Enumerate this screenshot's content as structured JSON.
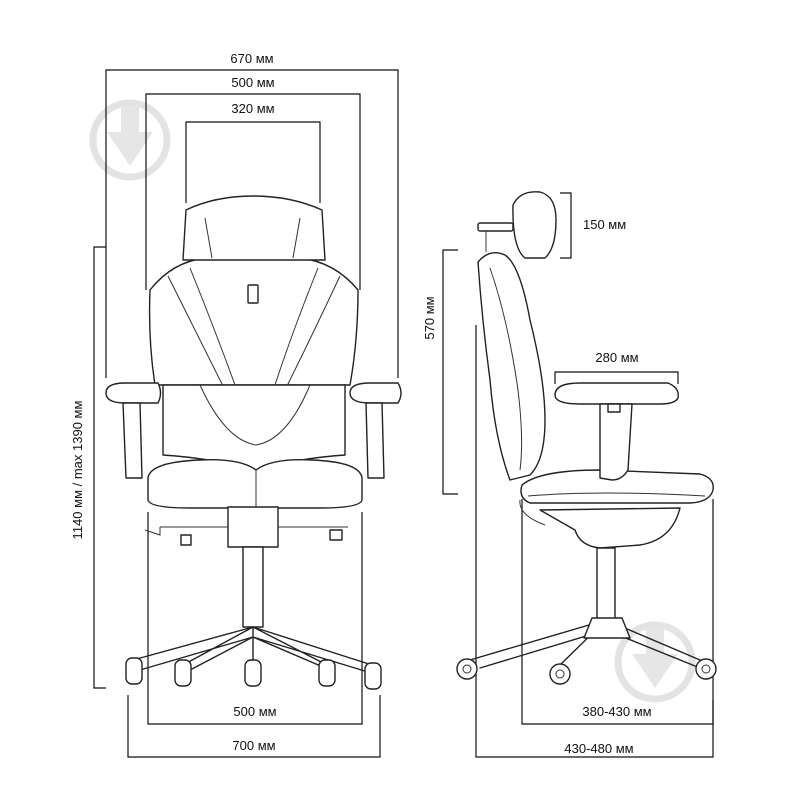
{
  "dimensions": {
    "front_overall_width": "670 мм",
    "front_seat_width": "500 мм",
    "headrest_width": "320 мм",
    "total_height": "1140 мм / max 1390 мм",
    "base_inner_width": "500 мм",
    "base_outer_width": "700 мм",
    "headrest_height": "150 мм",
    "backrest_height": "570 мм",
    "armrest_depth": "280 мм",
    "seat_depth": "380-430 мм",
    "overall_depth": "430-480 мм"
  },
  "watermark": {
    "icon": "download-arrow-icon"
  },
  "colors": {
    "line": "#222222",
    "watermark": "#e3e3e3",
    "background": "#ffffff"
  }
}
